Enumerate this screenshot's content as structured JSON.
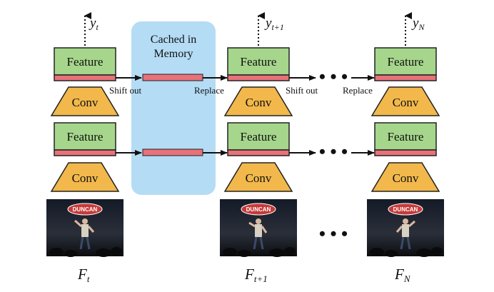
{
  "colors": {
    "feature_fill": "#a6d68c",
    "feature_stroke": "#222222",
    "cache_strip": "#e8727a",
    "conv_fill": "#f2b84b",
    "memory_fill": "#b4dcf5",
    "arrow": "#111111"
  },
  "memory": {
    "line1": "Cached in",
    "line2": "Memory"
  },
  "labels": {
    "feature": "Feature",
    "conv": "Conv",
    "shift_out": "Shift out",
    "replace": "Replace",
    "dots": "• • •"
  },
  "outputs": {
    "col1": {
      "base": "y",
      "sub": "t"
    },
    "col2": {
      "base": "y",
      "sub": "t+1"
    },
    "col3": {
      "base": "y",
      "sub": "N"
    }
  },
  "frames": {
    "col1": {
      "base": "F",
      "sub": "t"
    },
    "col2": {
      "base": "F",
      "sub": "t+1"
    },
    "col3": {
      "base": "F",
      "sub": "N"
    },
    "banner_text": "DUNCAN"
  }
}
